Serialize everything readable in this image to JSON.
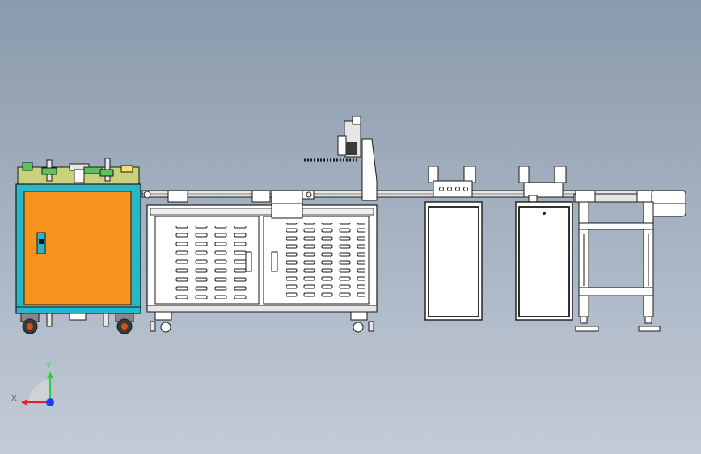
{
  "view": {
    "background_top": "#8a99ac",
    "background_bottom": "#c3cbd6"
  },
  "colors": {
    "cabinet_orange": "#f7931e",
    "frame_cyan": "#29b6c6",
    "clamp_green": "#5cc25c",
    "clamp_yellow": "#f2e06a",
    "line_dark": "#1a1a1a",
    "panel_white": "#ffffff",
    "axis_x": "#e8202a",
    "axis_y": "#2ecc40",
    "axis_z": "#1f3bff"
  },
  "triad": {
    "x_label": "X",
    "y_label": "Y"
  },
  "components": [
    {
      "name": "loading-cabinet",
      "icon": "orange-cabinet"
    },
    {
      "name": "main-machine-base",
      "icon": "vented-cabinet"
    },
    {
      "name": "press-head",
      "icon": "press-unit"
    },
    {
      "name": "station-one",
      "icon": "box-station"
    },
    {
      "name": "station-two",
      "icon": "box-station"
    },
    {
      "name": "outfeed-stand",
      "icon": "conveyor-stand"
    }
  ]
}
